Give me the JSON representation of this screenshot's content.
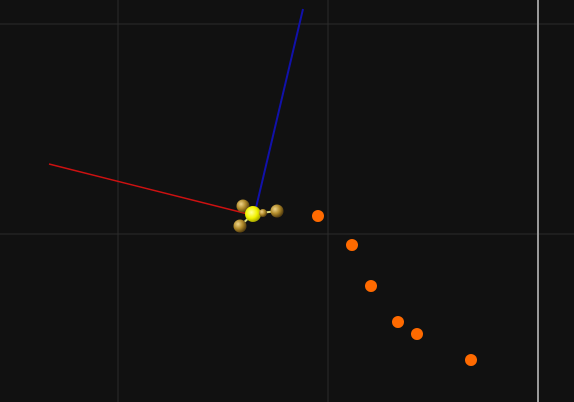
{
  "scene": {
    "background": "#111111",
    "grid_color": "#2c2c2c",
    "boundary_color": "#9a9a9a",
    "axes": [
      {
        "name": "x-axis",
        "color": "#cc1111"
      },
      {
        "name": "z-axis",
        "color": "#1111aa"
      }
    ],
    "molecule": {
      "center_atom_color": "#f2f200",
      "ligand_atom_color": "#b08a2a",
      "ligand_count": 4
    },
    "trajectory": {
      "color": "#ff6a00",
      "point_count": 6
    }
  }
}
